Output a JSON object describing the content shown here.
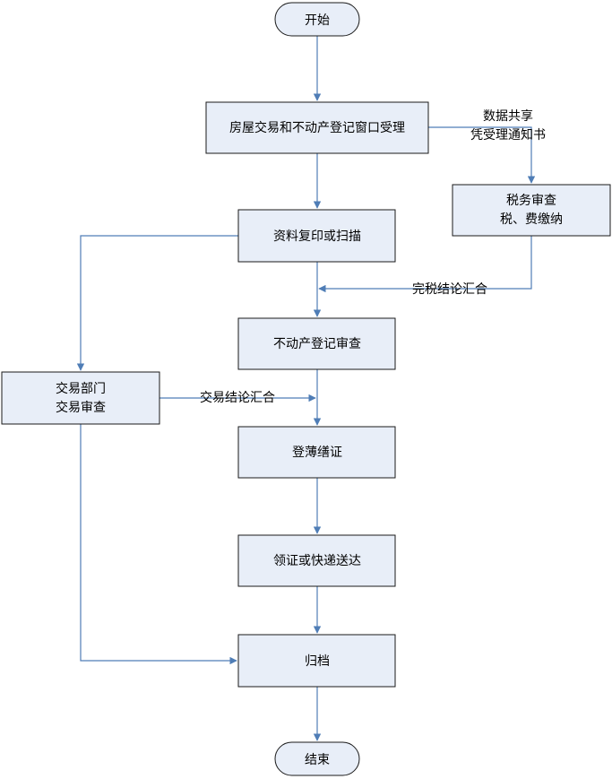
{
  "colors": {
    "node_fill": "#e8eef8",
    "node_border": "#1a1a1a",
    "connector": "#4f7db6"
  },
  "nodes": {
    "start": "开始",
    "window_acceptance": "房屋交易和不动产登记窗口受理",
    "tax_review": [
      "税务审查",
      "税、费缴纳"
    ],
    "copy_scan": "资料复印或扫描",
    "registration_review": "不动产登记审查",
    "trade_review": [
      "交易部门",
      "交易审查"
    ],
    "register_certificate": "登薄缮证",
    "certificate_delivery": "领证或快递送达",
    "archive": "归档",
    "end": "结束"
  },
  "edge_labels": {
    "data_sharing": [
      "数据共享",
      "凭受理通知书"
    ],
    "tax_summary": "完税结论汇合",
    "trade_summary": "交易结论汇合"
  }
}
